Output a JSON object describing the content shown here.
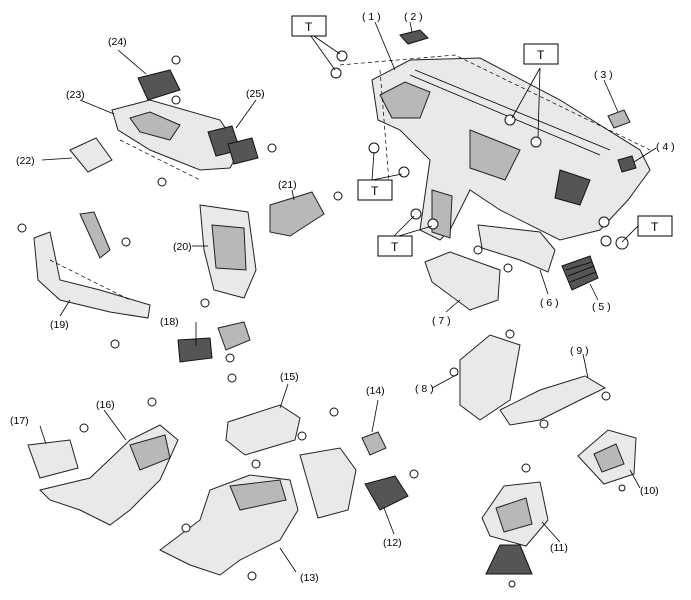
{
  "parts": [
    {
      "id": "p1",
      "label": "( 1 )"
    },
    {
      "id": "p2",
      "label": "( 2 )"
    },
    {
      "id": "p3",
      "label": "( 3 )"
    },
    {
      "id": "p4",
      "label": "( 4 )"
    },
    {
      "id": "p5",
      "label": "( 5 )"
    },
    {
      "id": "p6",
      "label": "( 6 )"
    },
    {
      "id": "p7",
      "label": "( 7 )"
    },
    {
      "id": "p8",
      "label": "( 8 )"
    },
    {
      "id": "p9",
      "label": "( 9 )"
    },
    {
      "id": "p10",
      "label": "(10)"
    },
    {
      "id": "p11",
      "label": "(11)"
    },
    {
      "id": "p12",
      "label": "(12)"
    },
    {
      "id": "p13",
      "label": "(13)"
    },
    {
      "id": "p14",
      "label": "(14)"
    },
    {
      "id": "p15",
      "label": "(15)"
    },
    {
      "id": "p16",
      "label": "(16)"
    },
    {
      "id": "p17",
      "label": "(17)"
    },
    {
      "id": "p18",
      "label": "(18)"
    },
    {
      "id": "p19",
      "label": "(19)"
    },
    {
      "id": "p20",
      "label": "(20)"
    },
    {
      "id": "p21",
      "label": "(21)"
    },
    {
      "id": "p22",
      "label": "(22)"
    },
    {
      "id": "p23",
      "label": "(23)"
    },
    {
      "id": "p24",
      "label": "(24)"
    },
    {
      "id": "p25",
      "label": "(25)"
    }
  ],
  "torque_marker": "T"
}
